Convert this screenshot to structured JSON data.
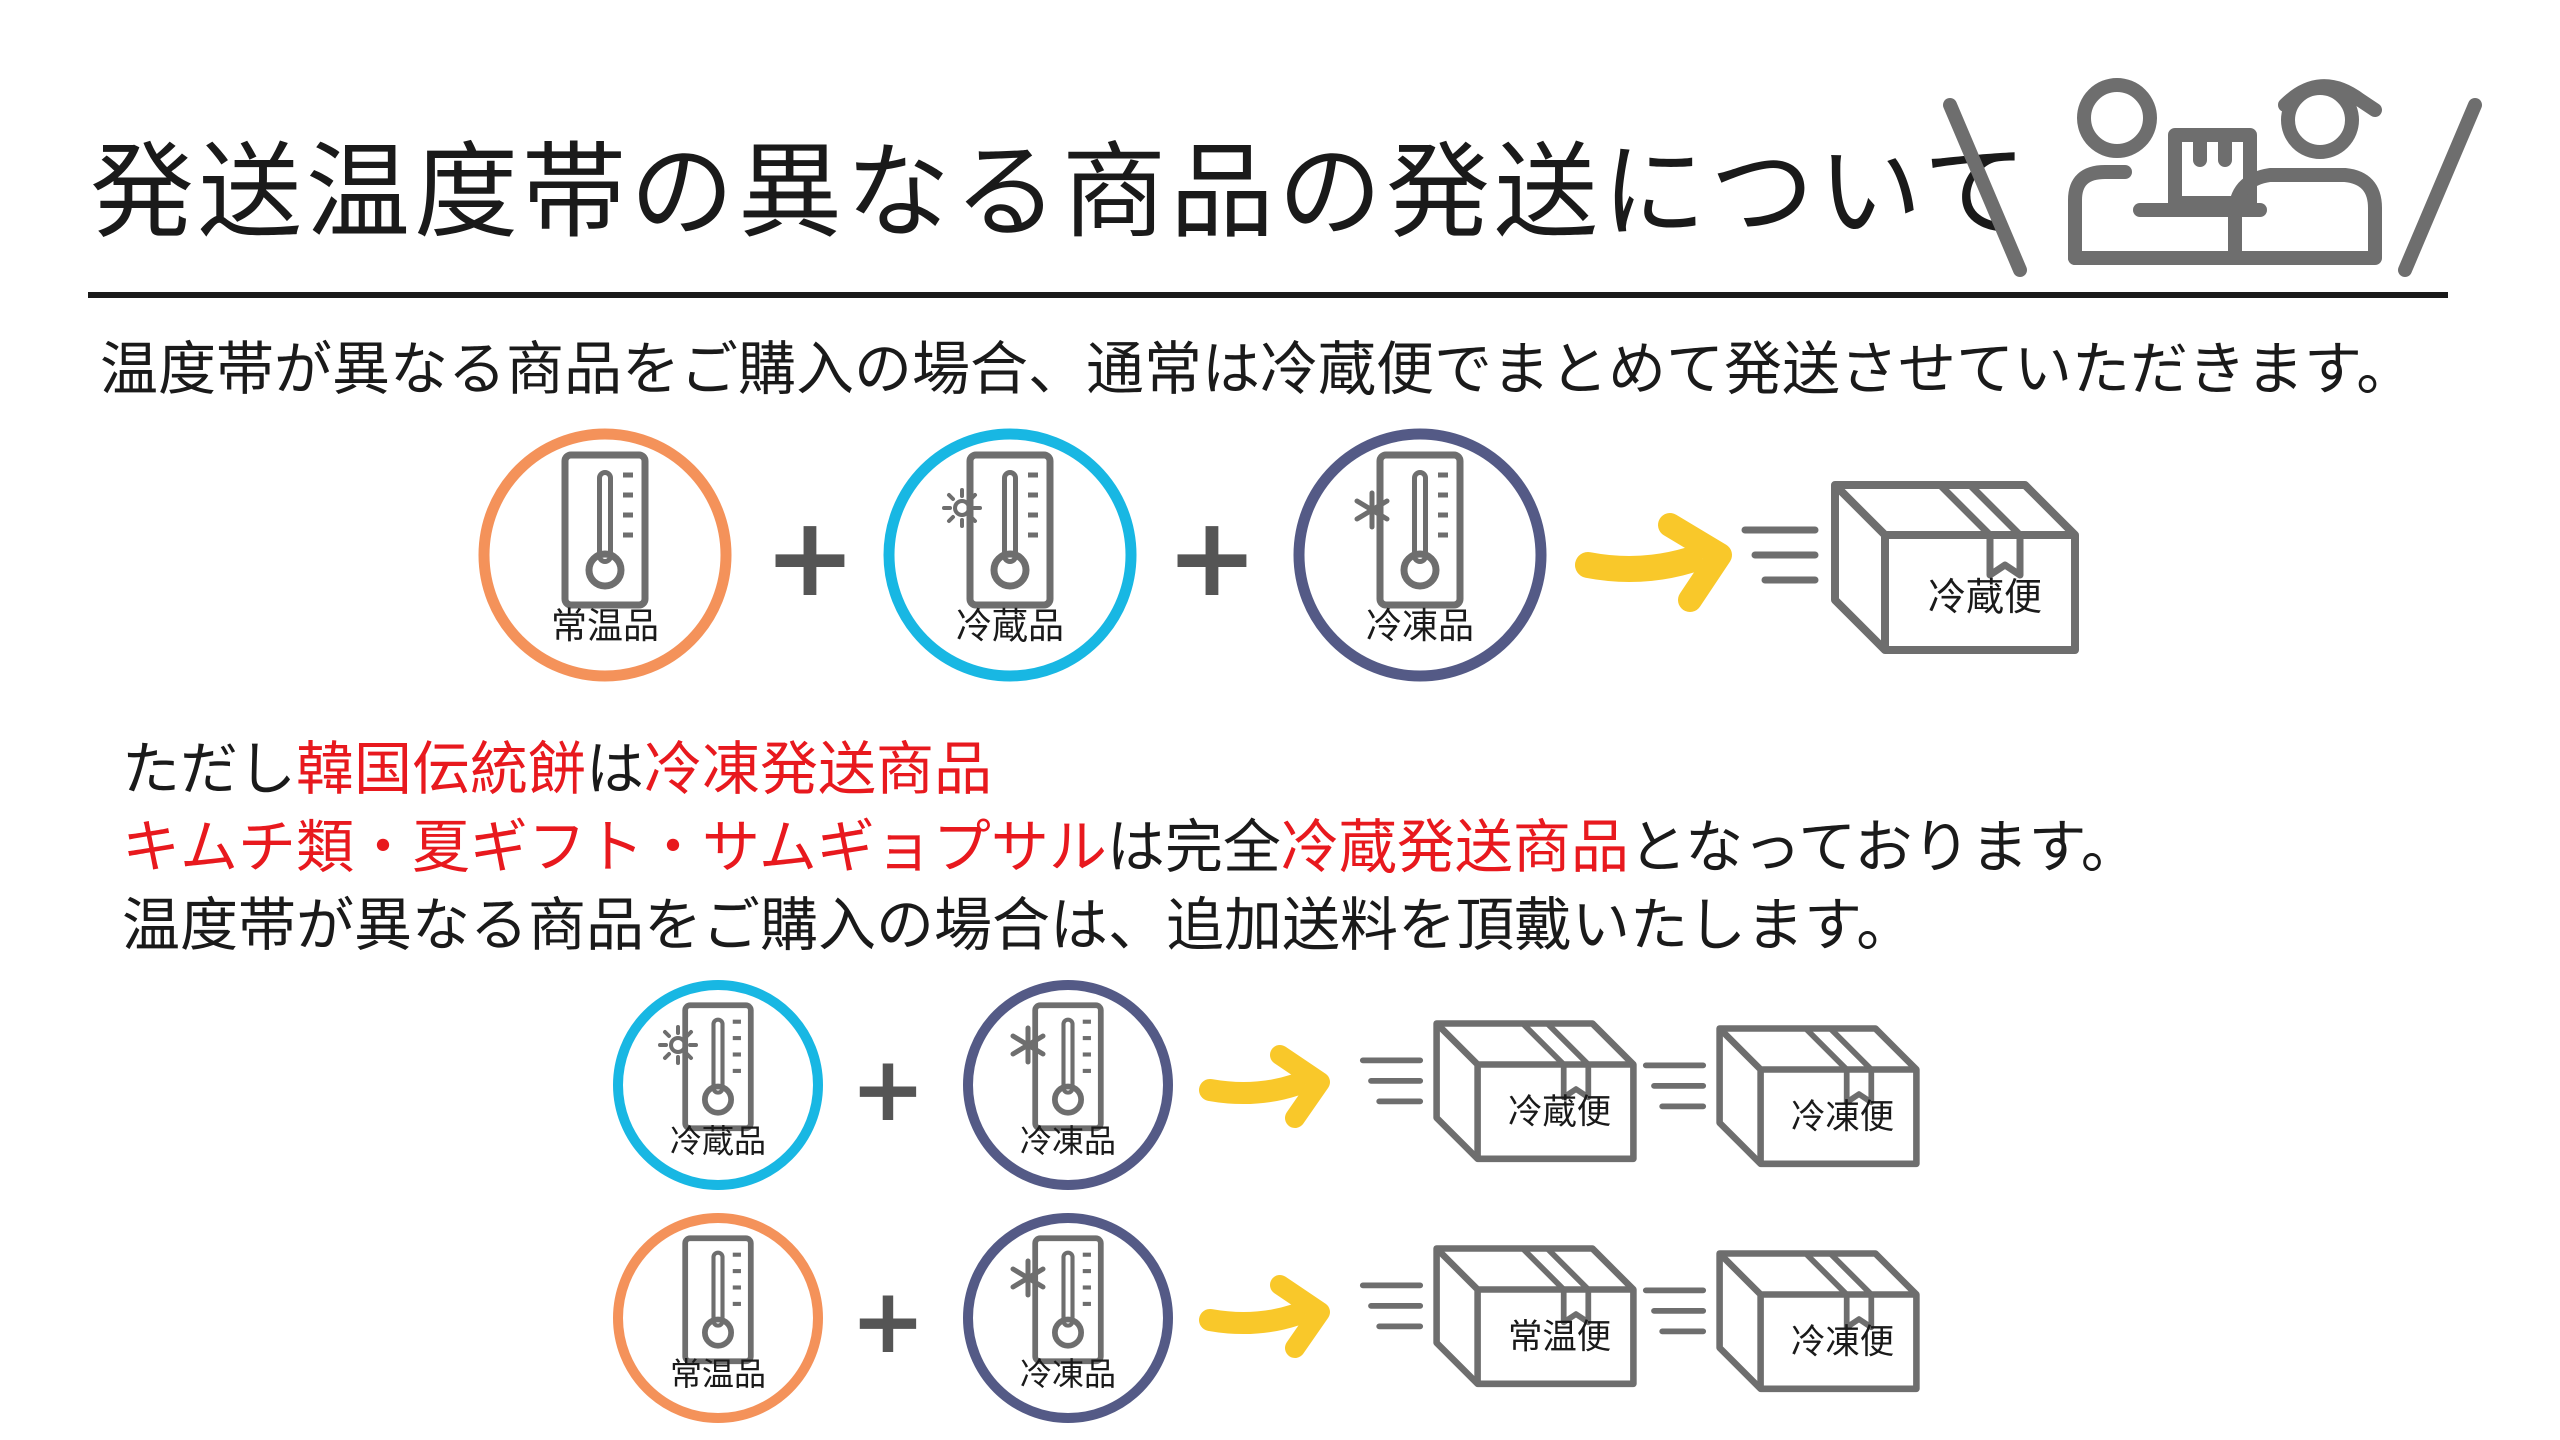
{
  "title": "発送温度帯の異なる商品の発送について",
  "intro": "温度帯が異なる商品をご購入の場合、通常は冷蔵便でまとめて発送させていただきます。",
  "labels": {
    "room_temp": "常温品",
    "chilled": "冷蔵品",
    "frozen": "冷凍品",
    "box_chilled": "冷蔵便",
    "box_frozen": "冷凍便",
    "box_room": "常温便"
  },
  "plus": "+",
  "note": {
    "line1_prefix": "ただし",
    "line1_red": "韓国伝統餅",
    "line1_mid": "は",
    "line1_red2": "冷凍発送商品",
    "line2_red": "キムチ類・夏ギフト・サムギョプサル",
    "line2_mid": "は完全",
    "line2_red2": "冷蔵発送商品",
    "line2_suffix": "となっております。",
    "line3": "温度帯が異なる商品をご購入の場合は、追加送料を頂戴いたします。"
  },
  "colors": {
    "orange": "#f4925a",
    "cyan": "#18b7e3",
    "navy": "#545a86",
    "yellow": "#f9c82a",
    "gray": "#6e6e6e",
    "red": "#e8191e"
  }
}
